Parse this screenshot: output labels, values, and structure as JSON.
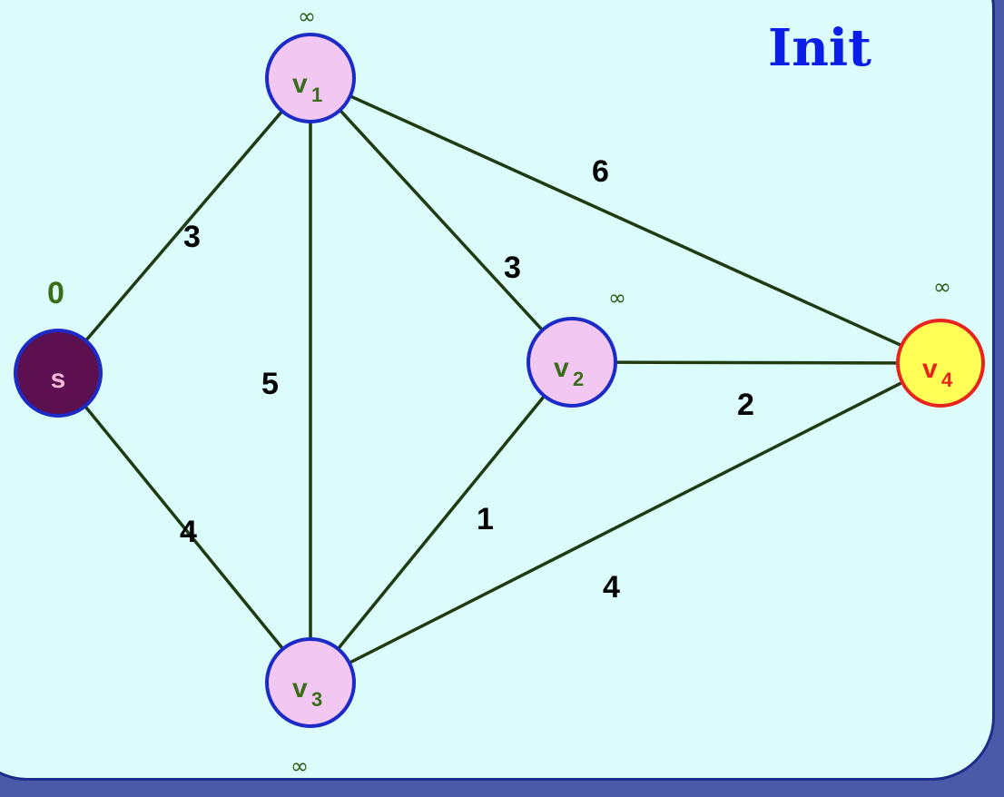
{
  "title": "Init",
  "nodes": {
    "s": {
      "name": "s",
      "sub": "",
      "dist": "0"
    },
    "v1": {
      "name": "v",
      "sub": "1",
      "dist": "∞"
    },
    "v2": {
      "name": "v",
      "sub": "2",
      "dist": "∞"
    },
    "v3": {
      "name": "v",
      "sub": "3",
      "dist": "∞"
    },
    "v4": {
      "name": "v",
      "sub": "4",
      "dist": "∞"
    }
  },
  "edges": {
    "s_v1": "3",
    "s_v3": "4",
    "v1_v3": "5",
    "v1_v2": "3",
    "v1_v4": "6",
    "v2_v3": "1",
    "v2_v4": "2",
    "v3_v4": "4"
  },
  "colors": {
    "source_fill": "#5c1050",
    "source_text": "#f7b8d6",
    "node_fill": "#f2c8f2",
    "node_stroke": "#1c2bc8",
    "target_fill": "#ffff55",
    "target_stroke": "#e8241c",
    "target_text": "#e8241c",
    "node_text": "#3b6e1a"
  }
}
